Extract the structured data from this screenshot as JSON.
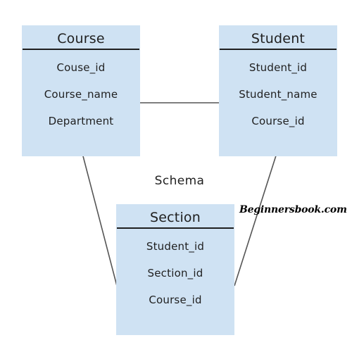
{
  "diagram": {
    "caption": "Schema",
    "watermark": "Beginnersbook.com",
    "colors": {
      "table_fill": "#cfe2f3",
      "line": "#555555",
      "text": "#1f1f1f"
    },
    "tables": {
      "course": {
        "title": "Course",
        "fields": [
          "Couse_id",
          "Course_name",
          "Department"
        ]
      },
      "student": {
        "title": "Student",
        "fields": [
          "Student_id",
          "Student_name",
          "Course_id"
        ]
      },
      "section": {
        "title": "Section",
        "fields": [
          "Student_id",
          "Section_id",
          "Course_id"
        ]
      }
    },
    "relationships": [
      {
        "from": "Course",
        "to": "Student"
      },
      {
        "from": "Course",
        "to": "Section"
      },
      {
        "from": "Student",
        "to": "Section"
      }
    ]
  }
}
